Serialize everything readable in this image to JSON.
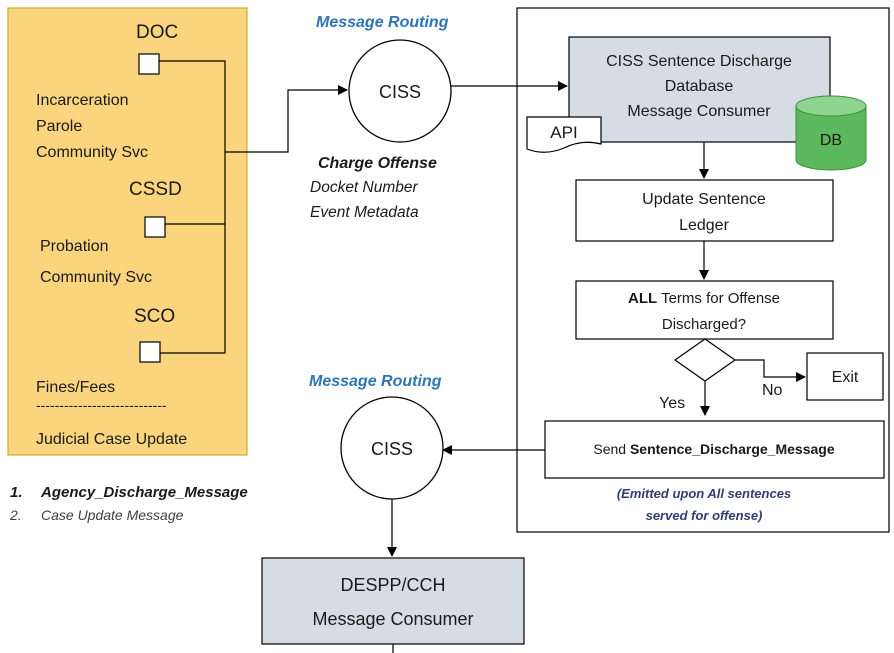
{
  "left_panel": {
    "doc_label": "DOC",
    "doc_items": [
      "Incarceration",
      "Parole",
      "Community Svc"
    ],
    "cssd_label": "CSSD",
    "cssd_items": [
      "Probation",
      "Community Svc"
    ],
    "sco_label": "SCO",
    "sco_items": [
      "Fines/Fees"
    ],
    "divider": "----------------------------",
    "footer": "Judicial Case Update"
  },
  "top_route": {
    "title": "Message Routing",
    "node": "CISS",
    "fields": [
      "Charge Offense",
      "Docket Number",
      "Event Metadata"
    ]
  },
  "right_panel": {
    "consumer_lines": [
      "CISS Sentence Discharge",
      "Database",
      "Message Consumer"
    ],
    "api_label": "API",
    "db_label": "DB",
    "update_lines": [
      "Update Sentence",
      "Ledger"
    ],
    "decision_bold": "ALL",
    "decision_line1_rest": " Terms for Offense",
    "decision_line2": "Discharged?",
    "no_label": "No",
    "yes_label": "Yes",
    "exit_label": "Exit",
    "send_prefix": "Send ",
    "send_message": "Sentence_Discharge_Message",
    "emitted_lines": [
      "(Emitted upon All sentences",
      "served for offense)"
    ]
  },
  "bottom_route": {
    "title": "Message Routing",
    "node": "CISS"
  },
  "message_list": [
    {
      "num": "1.",
      "text": "Agency_Discharge_Message"
    },
    {
      "num": "2.",
      "text": "Case Update Message"
    }
  ],
  "despp": {
    "lines": [
      "DESPP/CCH",
      "Message Consumer"
    ]
  },
  "colors": {
    "panel_fill": "#fbd57e",
    "panel_border": "#d6a537",
    "consumer_fill": "#d6dce4",
    "db_green": "#5cb85c",
    "routing_blue": "#2e75b6",
    "emitted_navy": "#2f3e73"
  }
}
